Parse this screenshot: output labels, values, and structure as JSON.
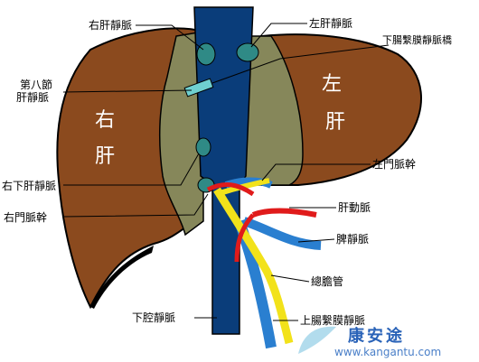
{
  "labels": {
    "right_hepatic_vein": "右肝靜脈",
    "left_hepatic_vein": "左肝靜脈",
    "inferior_mesenteric_vein": "下腸繫膜靜脈橋",
    "eighth_segment_hepatic_vein_line1": "第八節",
    "eighth_segment_hepatic_vein_line2": "肝靜脈",
    "right_inferior_hepatic_vein": "右下肝靜脈",
    "right_portal_vein_trunk": "右門脈幹",
    "left_portal_vein_trunk": "左門脈幹",
    "hepatic_artery": "肝動脈",
    "splenic_vein": "脾靜脈",
    "common_bile_duct": "總膽管",
    "inferior_vena_cava": "下腔靜脈",
    "superior_mesenteric_vein": "上腸繫膜靜脈"
  },
  "lobes": {
    "right_line1": "右",
    "right_line2": "肝",
    "left_line1": "左",
    "left_line2": "肝"
  },
  "watermark": {
    "brand": "康安途",
    "url": "www.kangantu.com"
  },
  "colors": {
    "liver": "#8b4a1e",
    "caudate": "#86875a",
    "ivc": "#0a3d7a",
    "artery": "#e01b1b",
    "bile_duct": "#f2e21a",
    "portal": "#2a7fd0",
    "hepatic_vein": "#2f8a86"
  }
}
